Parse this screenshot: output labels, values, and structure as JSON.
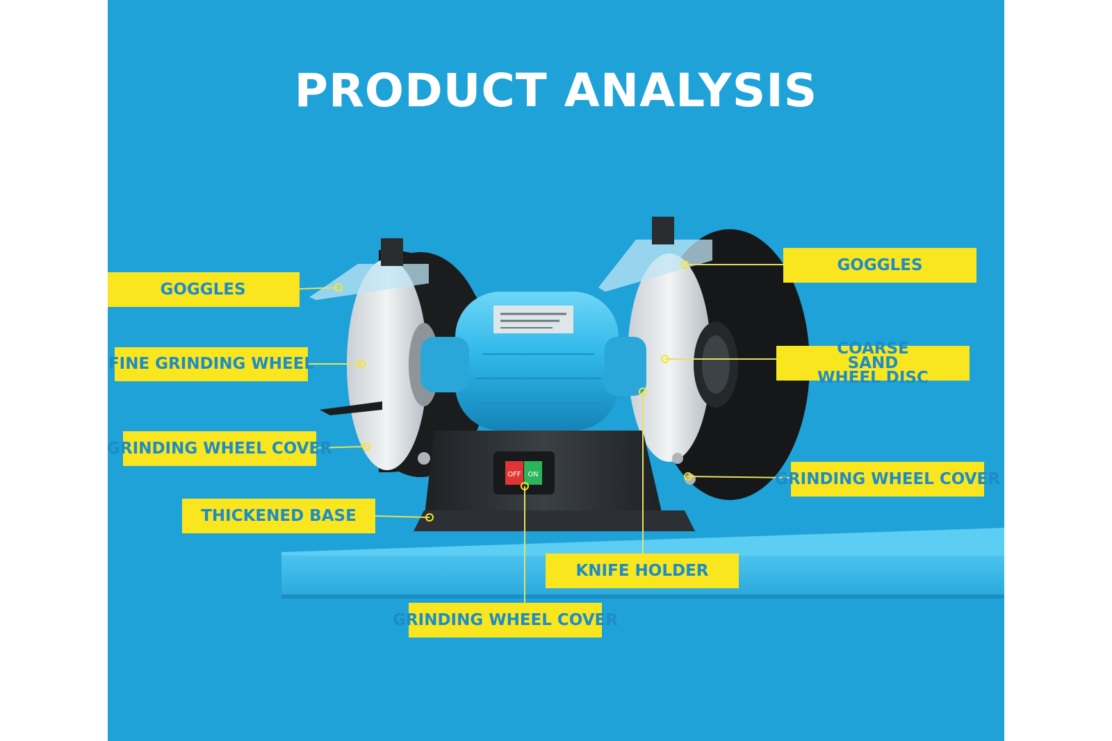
{
  "title": "PRODUCT ANALYSIS",
  "callouts": {
    "goggles_left": "GOGGLES",
    "fine_grinding_wheel": "FINE GRINDING WHEEL",
    "grinding_wheel_cover_left": "GRINDING WHEEL COVER",
    "thickened_base": "THICKENED BASE",
    "goggles_right": "GOGGLES",
    "coarse_sand_wheel_disc": "COARSE SAND WHEEL DISC",
    "grinding_wheel_cover_right": "GRINDING WHEEL COVER",
    "knife_holder": "KNIFE HOLDER",
    "grinding_wheel_cover_bottom": "GRINDING WHEEL COVER"
  },
  "switch": {
    "off_label": "OFF",
    "on_label": "ON"
  },
  "colors": {
    "background": "#1ea2d8",
    "callout_fill": "#fae61f",
    "callout_text": "#1d8cc7",
    "motor": "#2fb8e8",
    "base": "#2a2d30",
    "off_button": "#e03535",
    "on_button": "#2db55d"
  }
}
